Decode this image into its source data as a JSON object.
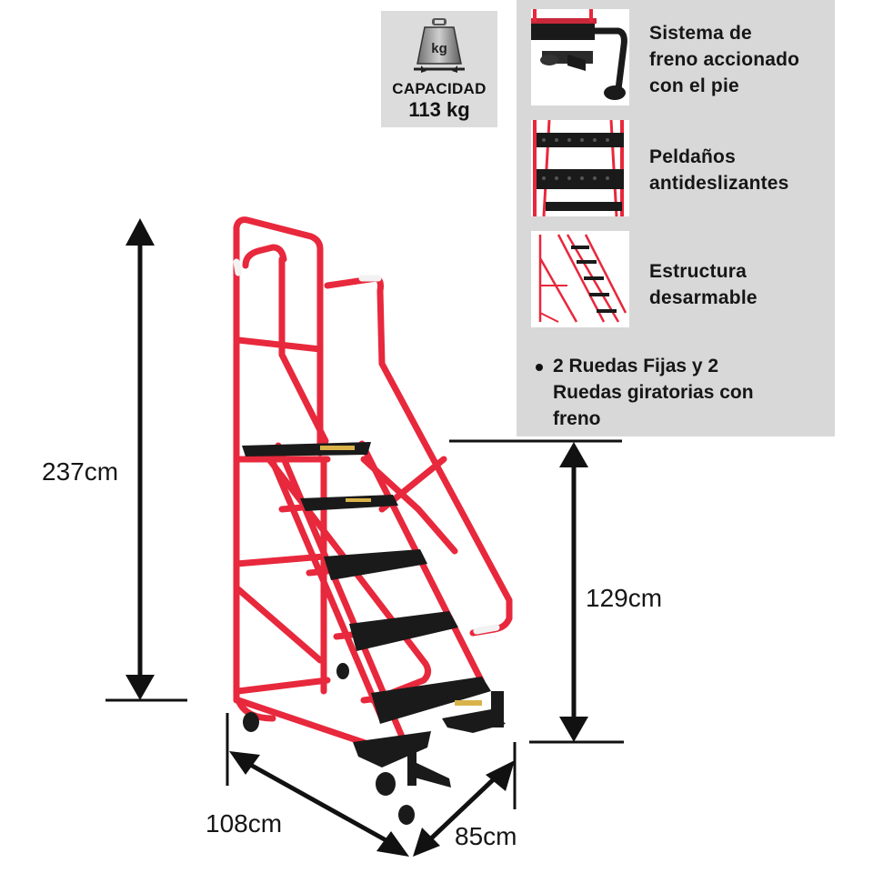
{
  "capacity": {
    "icon": "kg-weight-icon",
    "label": "CAPACIDAD",
    "value": "113 kg",
    "icon_text": "kg"
  },
  "features": [
    {
      "label_lines": [
        "Sistema de",
        "freno accionado",
        "con el pie"
      ],
      "icon": "brake-pedal-thumbnail"
    },
    {
      "label_lines": [
        "Peldaños",
        "antideslizantes"
      ],
      "icon": "anti-slip-steps-thumbnail"
    },
    {
      "label_lines": [
        "Estructura",
        "desarmable"
      ],
      "icon": "removable-structure-thumbnail"
    }
  ],
  "bullet": {
    "lines": [
      "2 Ruedas Fijas y 2",
      "Ruedas giratorias con",
      "freno"
    ]
  },
  "dimensions": {
    "total_height": "237cm",
    "platform_height": "129cm",
    "length": "108cm",
    "width": "85cm"
  },
  "colors": {
    "frame": "#e8283c",
    "steps": "#1a1a1a",
    "panel": "#d8d8d8",
    "badge": "#dcdcdc",
    "arrow": "#111111"
  }
}
